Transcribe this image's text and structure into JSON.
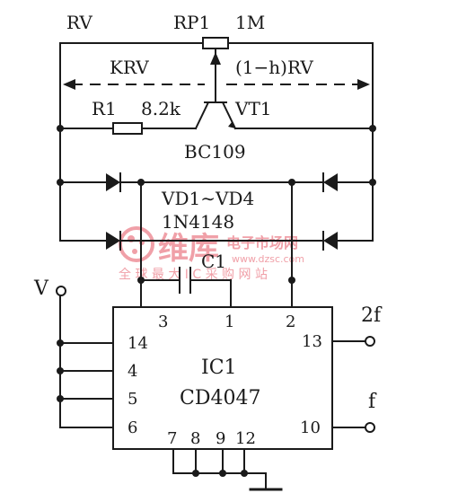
{
  "labels": {
    "rv": "RV",
    "rp1": "RP1",
    "rp1_value": "1M",
    "krv": "KRV",
    "one_minus_h_rv": "(1−h)RV",
    "r1": "R1",
    "r1_value": "8.2k",
    "vt1": "VT1",
    "vt1_type": "BC109",
    "vd_range": "VD1∼VD4",
    "vd_type": "1N4148",
    "c1": "C1",
    "vin": "V",
    "ic_name": "IC1",
    "ic_type": "CD4047",
    "out_2f": "2f",
    "out_f": "f"
  },
  "pins": {
    "p3": "3",
    "p1": "1",
    "p2": "2",
    "p14": "14",
    "p4": "4",
    "p5": "5",
    "p6": "6",
    "p13": "13",
    "p10": "10",
    "p7": "7",
    "p8": "8",
    "p9": "9",
    "p12": "12"
  },
  "watermark": {
    "logo": "维库",
    "title": "电子市场网",
    "url": "www.dzsc.com",
    "slogan": "全 球 最 大 I C 采 购 网 站"
  },
  "colors": {
    "ink": "#1a1a1a",
    "watermark": "#f0a0a8"
  }
}
